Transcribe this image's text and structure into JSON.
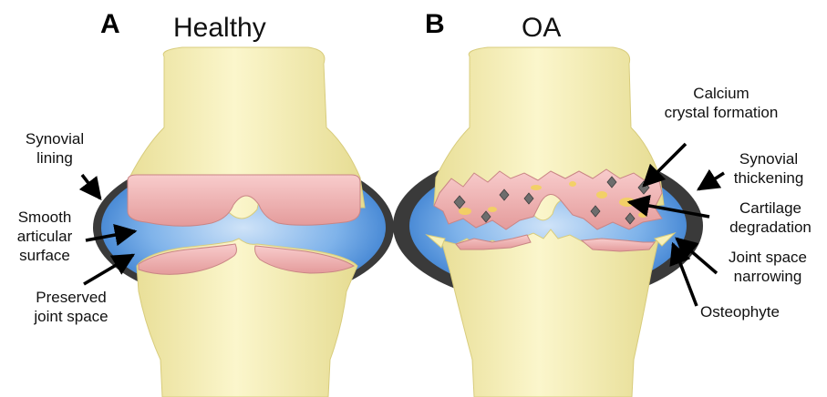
{
  "panel_a": {
    "letter": "A",
    "title": "Healthy",
    "labels": {
      "synovial_lining": [
        "Synovial",
        "lining"
      ],
      "smooth_articular_surface": [
        "Smooth",
        "articular",
        "surface"
      ],
      "preserved_joint_space": [
        "Preserved",
        "joint space"
      ]
    }
  },
  "panel_b": {
    "letter": "B",
    "title": "OA",
    "labels": {
      "calcium_crystal_formation": [
        "Calcium",
        "crystal formation"
      ],
      "synovial_thickening": [
        "Synovial",
        "thickening"
      ],
      "cartilage_degradation": [
        "Cartilage",
        "degradation"
      ],
      "joint_space_narrowing": [
        "Joint space",
        "narrowing"
      ],
      "osteophyte": [
        "Osteophyte"
      ]
    }
  },
  "colors": {
    "bone": "#f7f1b8",
    "bone_shadow": "#e3d98c",
    "cartilage": "#f2b3b3",
    "cartilage_edge": "#c98585",
    "synovial_fluid": "#6fa8e6",
    "synovial_membrane": "#3a3a3a",
    "crystal": "#6d6d6d",
    "crystal_spot": "#f3d35e"
  }
}
